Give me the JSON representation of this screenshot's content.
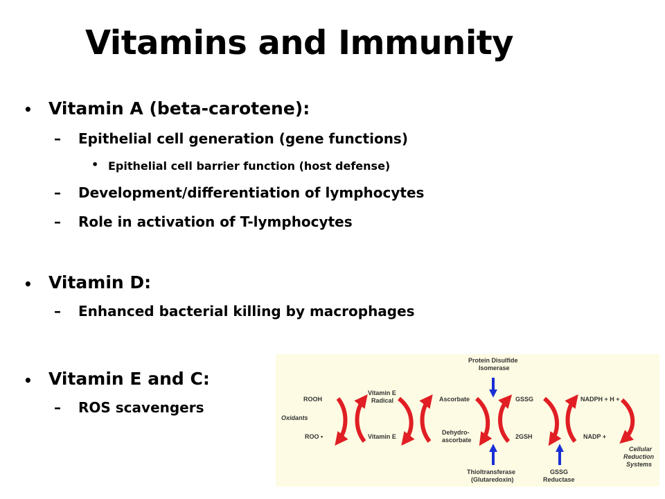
{
  "slide": {
    "title": "Vitamins and Immunity",
    "bullets": [
      {
        "text": "Vitamin A (beta-carotene):",
        "subs": [
          {
            "text": "Epithelial cell generation (gene functions)"
          },
          {
            "text": "Epithelial cell barrier function (host defense)"
          },
          {
            "text": "Development/differentiation of lymphocytes"
          },
          {
            "text": "Role in activation of T-lymphocytes"
          }
        ]
      },
      {
        "text": "Vitamin D:",
        "subs": [
          {
            "text": "Enhanced bacterial killing by macrophages"
          }
        ]
      },
      {
        "text": "Vitamin E and C:",
        "subs": [
          {
            "text": "ROS scavengers"
          }
        ]
      }
    ],
    "bullet_glyph": "•",
    "dash_glyph": "–"
  },
  "diagram": {
    "labels": {
      "protein_disulfide": "Protein Disulfide",
      "isomerase": "Isomerase",
      "rooh": "ROOH",
      "oxidants": "Oxidants",
      "roo": "ROO •",
      "vitE_radical_1": "Vitamin E",
      "vitE_radical_2": "Radical",
      "vitE": "Vitamin E",
      "ascorbate": "Ascorbate",
      "dehydro_1": "Dehydro-",
      "dehydro_2": "ascorbate",
      "gssg": "GSSG",
      "gsh": "2GSH",
      "nadph": "NADPH + H +",
      "nadp": "NADP +",
      "cellular": "Cellular",
      "reduction": "Reduction",
      "systems": "Systems",
      "thioltransferase": "Thioltransferase",
      "glutaredoxin": "(Glutaredoxin)",
      "gssg_red_1": "GSSG",
      "gssg_red_2": "Reductase"
    },
    "colors": {
      "arrow_red": "#e01e24",
      "arrow_blue": "#1a2fd6",
      "background": "#fdfbe3"
    }
  }
}
